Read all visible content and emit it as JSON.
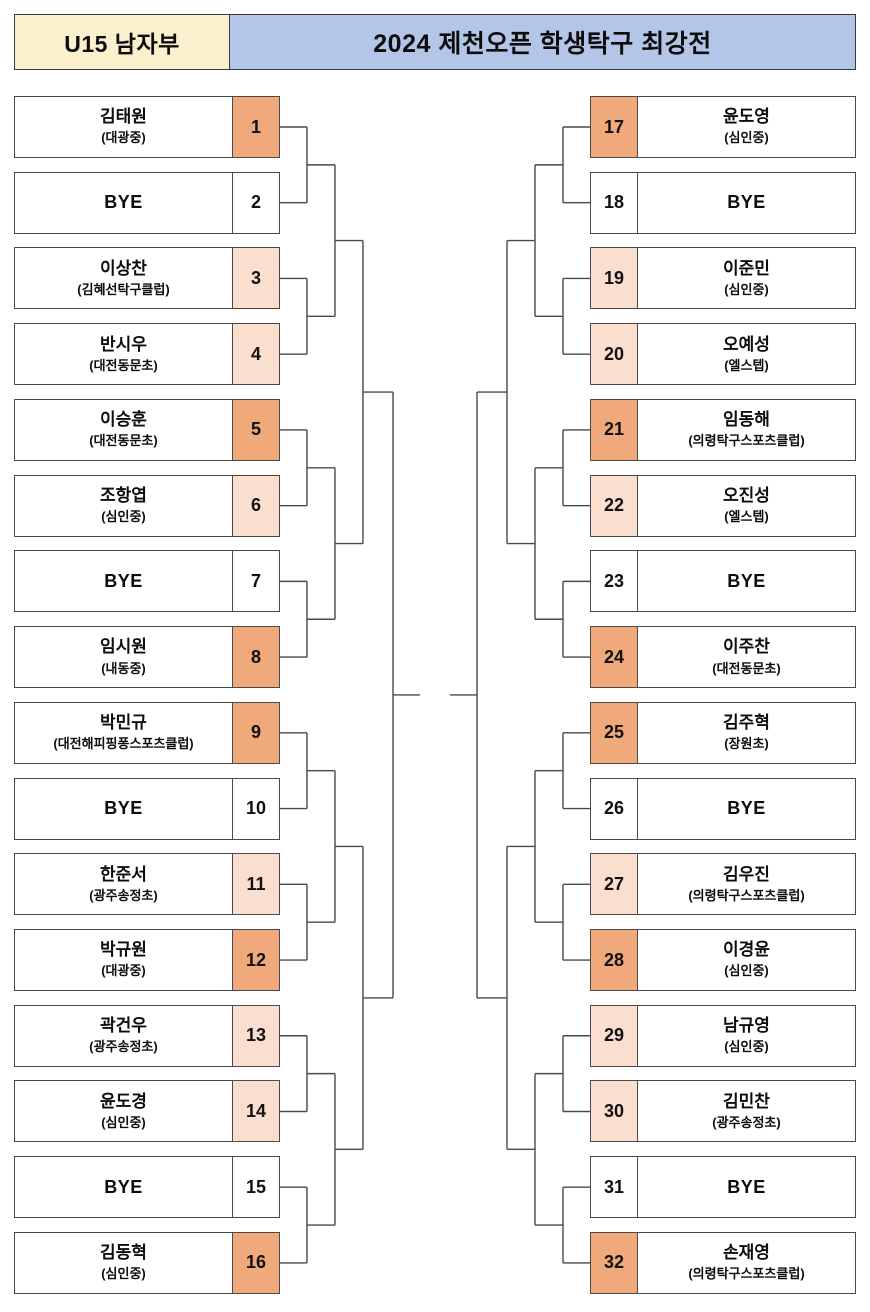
{
  "header": {
    "category": "U15 남자부",
    "title": "2024 제천오픈 학생탁구 최강전",
    "category_bg": "#FBF0CE",
    "title_bg": "#B4C6E7"
  },
  "legend": {
    "seed_high_color": "#F0A97B",
    "seed_low_color": "#FBDFCE",
    "no_seed_color": "#FFFFFF",
    "line_color": "#4a4a4a"
  },
  "bracket": {
    "type": "single-elimination",
    "size": 32,
    "rounds": 5,
    "left": [
      {
        "num": "1",
        "name": "김태원",
        "club": "(대광중)",
        "seed": "hi",
        "bye": false
      },
      {
        "num": "2",
        "name": "BYE",
        "club": "",
        "seed": "none",
        "bye": true
      },
      {
        "num": "3",
        "name": "이상찬",
        "club": "(김혜선탁구클럽)",
        "seed": "lo",
        "bye": false
      },
      {
        "num": "4",
        "name": "반시우",
        "club": "(대전동문초)",
        "seed": "lo",
        "bye": false
      },
      {
        "num": "5",
        "name": "이승훈",
        "club": "(대전동문초)",
        "seed": "hi",
        "bye": false
      },
      {
        "num": "6",
        "name": "조항엽",
        "club": "(심인중)",
        "seed": "lo",
        "bye": false
      },
      {
        "num": "7",
        "name": "BYE",
        "club": "",
        "seed": "none",
        "bye": true
      },
      {
        "num": "8",
        "name": "임시원",
        "club": "(내동중)",
        "seed": "hi",
        "bye": false
      },
      {
        "num": "9",
        "name": "박민규",
        "club": "(대전해피핑퐁스포츠클럽)",
        "seed": "hi",
        "bye": false
      },
      {
        "num": "10",
        "name": "BYE",
        "club": "",
        "seed": "none",
        "bye": true
      },
      {
        "num": "11",
        "name": "한준서",
        "club": "(광주송정초)",
        "seed": "lo",
        "bye": false
      },
      {
        "num": "12",
        "name": "박규원",
        "club": "(대광중)",
        "seed": "hi",
        "bye": false
      },
      {
        "num": "13",
        "name": "곽건우",
        "club": "(광주송정초)",
        "seed": "lo",
        "bye": false
      },
      {
        "num": "14",
        "name": "윤도경",
        "club": "(심인중)",
        "seed": "lo",
        "bye": false
      },
      {
        "num": "15",
        "name": "BYE",
        "club": "",
        "seed": "none",
        "bye": true
      },
      {
        "num": "16",
        "name": "김동혁",
        "club": "(심인중)",
        "seed": "hi",
        "bye": false
      }
    ],
    "right": [
      {
        "num": "17",
        "name": "윤도영",
        "club": "(심인중)",
        "seed": "hi",
        "bye": false
      },
      {
        "num": "18",
        "name": "BYE",
        "club": "",
        "seed": "none",
        "bye": true
      },
      {
        "num": "19",
        "name": "이준민",
        "club": "(심인중)",
        "seed": "lo",
        "bye": false
      },
      {
        "num": "20",
        "name": "오예성",
        "club": "(엘스텝)",
        "seed": "lo",
        "bye": false
      },
      {
        "num": "21",
        "name": "임동해",
        "club": "(의령탁구스포츠클럽)",
        "seed": "hi",
        "bye": false
      },
      {
        "num": "22",
        "name": "오진성",
        "club": "(엘스텝)",
        "seed": "lo",
        "bye": false
      },
      {
        "num": "23",
        "name": "BYE",
        "club": "",
        "seed": "none",
        "bye": true
      },
      {
        "num": "24",
        "name": "이주찬",
        "club": "(대전동문초)",
        "seed": "hi",
        "bye": false
      },
      {
        "num": "25",
        "name": "김주혁",
        "club": "(장원초)",
        "seed": "hi",
        "bye": false
      },
      {
        "num": "26",
        "name": "BYE",
        "club": "",
        "seed": "none",
        "bye": true
      },
      {
        "num": "27",
        "name": "김우진",
        "club": "(의령탁구스포츠클럽)",
        "seed": "lo",
        "bye": false
      },
      {
        "num": "28",
        "name": "이경윤",
        "club": "(심인중)",
        "seed": "hi",
        "bye": false
      },
      {
        "num": "29",
        "name": "남규영",
        "club": "(심인중)",
        "seed": "lo",
        "bye": false
      },
      {
        "num": "30",
        "name": "김민찬",
        "club": "(광주송정초)",
        "seed": "lo",
        "bye": false
      },
      {
        "num": "31",
        "name": "BYE",
        "club": "",
        "seed": "none",
        "bye": true
      },
      {
        "num": "32",
        "name": "손재영",
        "club": "(의령탁구스포츠클럽)",
        "seed": "hi",
        "bye": false
      }
    ]
  }
}
